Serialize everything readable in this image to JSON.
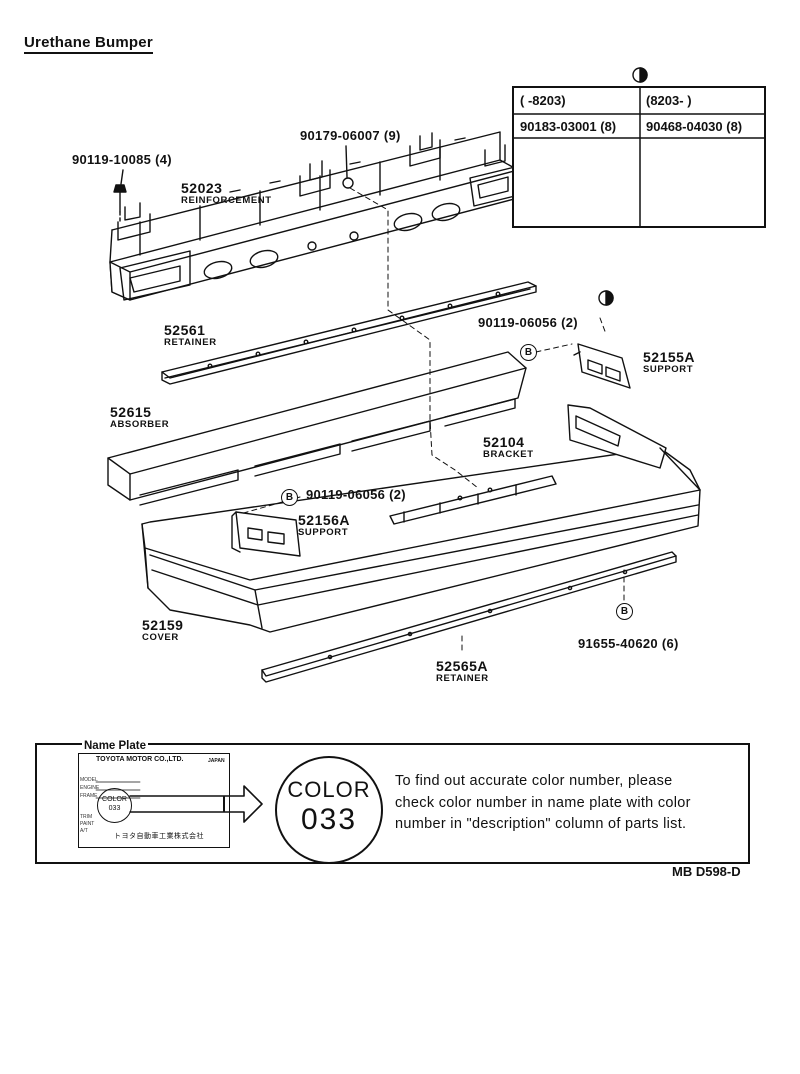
{
  "title": "Urethane Bumper",
  "serial_table": {
    "col1_header": "(      -8203)",
    "col2_header": "(8203-        )",
    "col1_part": "90183-03001 (8)",
    "col2_part": "90468-04030 (8)"
  },
  "parts": [
    {
      "number": "90119-10085 (4)"
    },
    {
      "number": "90179-06007 (9)"
    },
    {
      "number": "52023",
      "name": "REINFORCEMENT"
    },
    {
      "number": "52561",
      "name": "RETAINER"
    },
    {
      "number": "90119-06056 (2)"
    },
    {
      "number": "52155A",
      "name": "SUPPORT"
    },
    {
      "number": "52615",
      "name": "ABSORBER"
    },
    {
      "number": "52104",
      "name": "BRACKET"
    },
    {
      "number": "90119-06056 (2)"
    },
    {
      "number": "52156A",
      "name": "SUPPORT"
    },
    {
      "number": "52159",
      "name": "COVER"
    },
    {
      "number": "91655-40620 (6)"
    },
    {
      "number": "52565A",
      "name": "RETAINER"
    }
  ],
  "badge_letter": "B",
  "name_plate": {
    "title": "Name Plate",
    "maker": "TOYOTA MOTOR CO.,LTD.",
    "country": "JAPAN",
    "fields": [
      "MODEL",
      "ENGINE",
      "FRAME"
    ],
    "small_fields": [
      "TRIM",
      "PAINT",
      "A/T"
    ],
    "color_label": "COLOR",
    "color_code": "033",
    "japanese": "トヨタ自動車工業株式会社"
  },
  "color_circle": {
    "label": "COLOR",
    "code": "033"
  },
  "info_lines": [
    "To find out accurate color number, please",
    "check color number in name plate with color",
    "number in \"description\" column of parts list."
  ],
  "diagram_code": "MB D598-D"
}
